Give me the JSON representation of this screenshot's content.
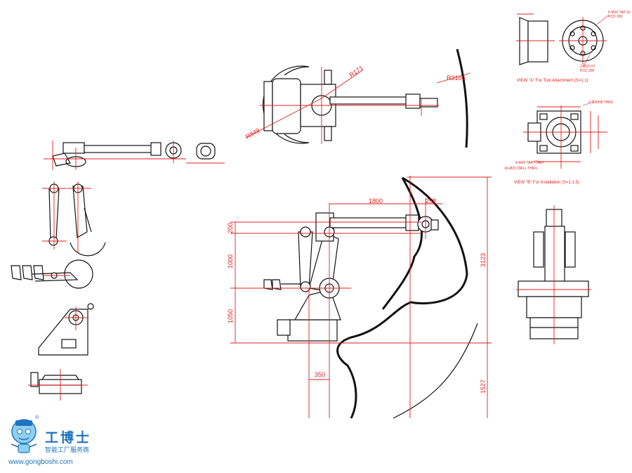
{
  "drawing": {
    "dimensions": {
      "reach_radius": "R3106",
      "inner_radius": "R949",
      "wrist_radius": "R171",
      "arm_length": "1800",
      "wrist_offset": "258",
      "upper_offset": "200",
      "upper_arm": "1000",
      "base_height": "1050",
      "base_offset": "350",
      "total_height": "3123",
      "lower_reach": "1527"
    },
    "view_a": {
      "caption": "VIEW \"A\" For Tool Attachment (S=1:1)",
      "note_top": "6-M10 TAP 16",
      "note_top_2": "PCD 200",
      "note_bottom": "2-Ø10 H7",
      "note_bottom_2": "PCD 200"
    },
    "view_b": {
      "caption": "VIEW \"B\" For Installation (S=1:1.5)",
      "note_top": "2-Ø30H8 THRU",
      "note_mid": "4-M24 TAP THRU",
      "note_bottom": "16-Ø23 DRILL THRU"
    }
  },
  "logo": {
    "brand": "工博士",
    "tagline": "智能工厂服务商",
    "url": "www.gongboshi.com",
    "registered": "®",
    "brand_color": "#1e73be"
  },
  "colors": {
    "line": "#111111",
    "dimension": "#e02020"
  }
}
